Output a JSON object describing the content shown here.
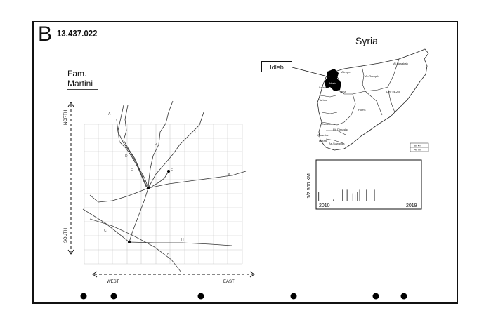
{
  "header": {
    "section_letter": "B",
    "code": "13.437.022"
  },
  "family": {
    "line1": "Fam.",
    "line2": "Martini"
  },
  "map": {
    "country": "Syria",
    "highlight_label": "Idleb",
    "regions": [
      "Al-Hasakah",
      "Aleppo",
      "Ar-Raqqah",
      "Deir ez-Zor",
      "Hama",
      "Homs",
      "Idleb",
      "Latakia",
      "Tartus",
      "Damascus",
      "Rif Dimashq",
      "Quneitra",
      "Daraa",
      "As-Suwayda"
    ],
    "scale_labels": [
      "80 km",
      "40 mi"
    ]
  },
  "grid_diagram": {
    "axis_north": "NORTH",
    "axis_south": "SOUTH",
    "axis_west": "WEST",
    "axis_east": "EAST",
    "path_labels": [
      "A",
      "B",
      "C",
      "D",
      "E",
      "F",
      "G",
      "H",
      "I",
      "J",
      "K"
    ]
  },
  "chart_data": {
    "type": "bar",
    "ylabel": "1/2.500 KM",
    "x_start_label": "2010",
    "x_end_label": "2019",
    "xlim": [
      2010,
      2019
    ],
    "x": [
      2010.1,
      2010.4,
      2011.4,
      2012.2,
      2012.6,
      2013.1,
      2013.3,
      2013.5,
      2013.7,
      2014.3,
      2015.0
    ],
    "values": [
      0.25,
      1.0,
      0.05,
      0.32,
      0.32,
      0.22,
      0.18,
      0.25,
      0.32,
      0.32,
      0.32
    ],
    "grid": false
  }
}
